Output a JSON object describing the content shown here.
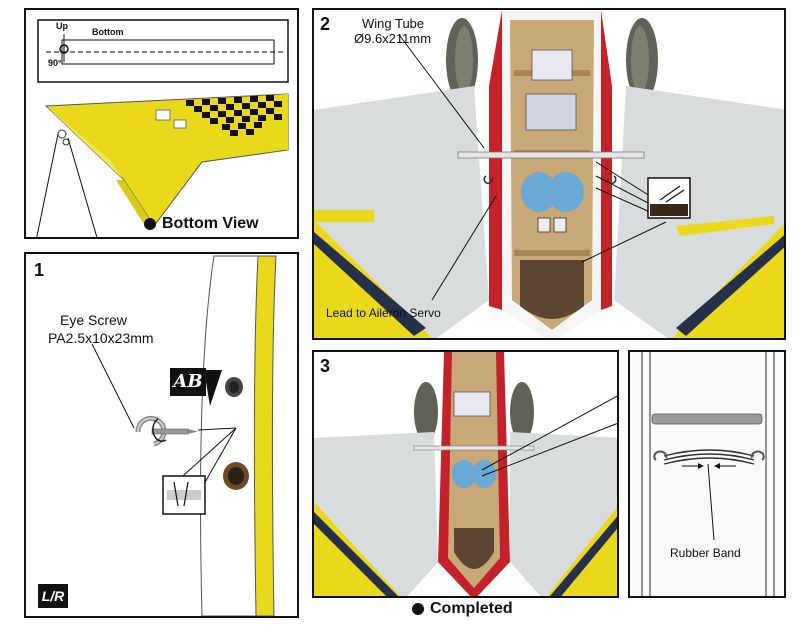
{
  "top_left": {
    "inset": {
      "up_label": "Up",
      "bottom_label": "Bottom",
      "angle_label": "90°"
    },
    "caption": "Bottom View"
  },
  "panel1": {
    "step_number": "1",
    "eye_screw_label": "Eye Screw",
    "eye_screw_size": "PA2.5x10x23mm",
    "glue_badge": "AB",
    "lr_badge": "L/R"
  },
  "panel2": {
    "step_number": "2",
    "wing_tube_label": "Wing Tube",
    "wing_tube_size": "Ø9.6x211mm",
    "lead_label": "Lead to Aileron Servo"
  },
  "panel3": {
    "step_number": "3",
    "caption": "Completed",
    "rubber_band_label": "Rubber Band"
  },
  "colors": {
    "wing_yellow": "#e9d81c",
    "fuselage_red": "#c4222a",
    "stripe_navy": "#263049",
    "wood": "#c9a878"
  }
}
